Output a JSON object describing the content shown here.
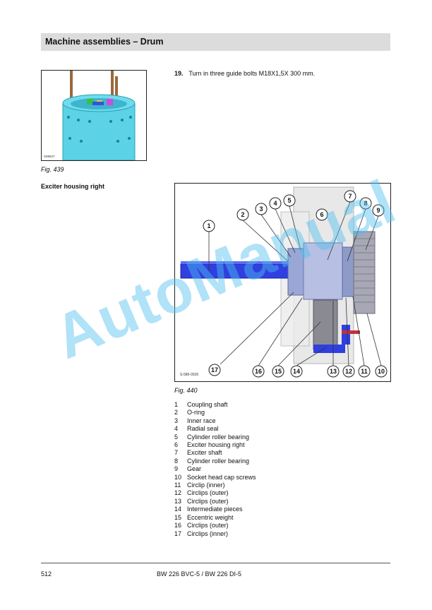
{
  "header": {
    "title": "Machine assemblies – Drum"
  },
  "figure_439": {
    "image_id": "S08537",
    "caption": "Fig.  439",
    "colors": {
      "drum": "#5bd2e6",
      "bolts": "#9a6a3c"
    }
  },
  "step": {
    "number": "19.",
    "text": "Turn in three guide bolts M18X1,5X 300 mm."
  },
  "section": {
    "heading": "Exciter housing right"
  },
  "figure_440": {
    "image_id": "S-586-0026",
    "caption": "Fig.  440",
    "callouts": [
      "1",
      "2",
      "3",
      "4",
      "5",
      "6",
      "7",
      "8",
      "9",
      "10",
      "11",
      "12",
      "13",
      "14",
      "15",
      "16",
      "17"
    ],
    "colors": {
      "shaft": "#2f3fe0",
      "housing": "#d8d8d8",
      "parts": "#8e9bc8"
    }
  },
  "legend": [
    {
      "num": "1",
      "label": "Coupling shaft"
    },
    {
      "num": "2",
      "label": "O-ring"
    },
    {
      "num": "3",
      "label": "Inner race"
    },
    {
      "num": "4",
      "label": "Radial seal"
    },
    {
      "num": "5",
      "label": "Cylinder roller bearing"
    },
    {
      "num": "6",
      "label": "Exciter housing right"
    },
    {
      "num": "7",
      "label": "Exciter shaft"
    },
    {
      "num": "8",
      "label": "Cylinder roller bearing"
    },
    {
      "num": "9",
      "label": "Gear"
    },
    {
      "num": "10",
      "label": "Socket head cap screws"
    },
    {
      "num": "11",
      "label": "Circlip (inner)"
    },
    {
      "num": "12",
      "label": "Circlips (outer)"
    },
    {
      "num": "13",
      "label": "Circlips (outer)"
    },
    {
      "num": "14",
      "label": "Intermediate pieces"
    },
    {
      "num": "15",
      "label": "Eccentric weight"
    },
    {
      "num": "16",
      "label": "Circlips (outer)"
    },
    {
      "num": "17",
      "label": "Circlips (inner)"
    }
  ],
  "footer": {
    "page_number": "512",
    "model": "BW 226 BVC-5 / BW 226 DI-5"
  },
  "watermark": {
    "text": "AutoManual"
  }
}
